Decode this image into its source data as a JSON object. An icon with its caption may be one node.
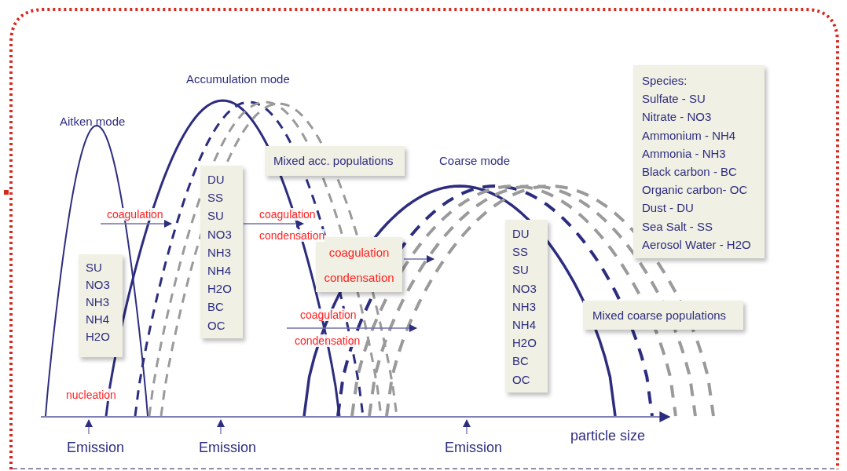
{
  "diagram": {
    "nodes": [
      {
        "text": [
          "SU",
          "NO3",
          "NH3",
          "NH4",
          "H2O"
        ]
      },
      {
        "text": [
          "DU",
          "SS",
          "SU",
          "NO3",
          "NH3",
          "NH4",
          "H2O",
          "BC",
          "OC"
        ]
      },
      {
        "text": [
          "Mixed acc. populations"
        ]
      },
      {
        "text": [
          "coagulation",
          "condensation"
        ]
      },
      {
        "text": [
          "DU",
          "SS",
          "SU",
          "NO3",
          "NH3",
          "NH4",
          "H2O",
          "BC",
          "OC"
        ]
      },
      {
        "text": [
          "Mixed coarse populations"
        ]
      },
      {
        "text": [
          "Species:",
          "Sulfate - SU",
          "Nitrate - NO3",
          "Ammonium - NH4",
          "Ammonia - NH3",
          "Black carbon - BC",
          "Organic carbon- OC",
          "Dust - DU",
          "Sea Salt - SS",
          "Aerosol Water - H2O"
        ]
      }
    ],
    "labels": [
      "Accumulation mode",
      "Aitken mode",
      "Coarse mode",
      "coagulation",
      "coagulation",
      "condensation",
      "coagulation",
      "condensation",
      "nucleation",
      "Emission",
      "Emission",
      "Emission",
      "particle size"
    ]
  }
}
